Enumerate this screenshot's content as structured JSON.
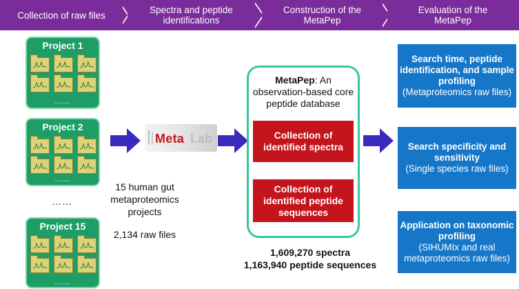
{
  "header": {
    "steps": [
      {
        "label": "Collection of raw files"
      },
      {
        "label": "Spectra and peptide identifications"
      },
      {
        "label": "Construction of the MetaPep"
      },
      {
        "label": "Evaluation of the MetaPep"
      }
    ]
  },
  "projects": [
    {
      "title": "Project 1",
      "dots": "……"
    },
    {
      "title": "Project 2",
      "dots": "……"
    },
    {
      "title": "Project 15",
      "dots": "……"
    }
  ],
  "between_projects": "……",
  "metalab": {
    "meta": "Meta",
    "lab": "Lab"
  },
  "collection_info": {
    "projects_text": "15 human gut metaproteomics projects",
    "raw_files": "2,134 raw files"
  },
  "metapep": {
    "name": "MetaPep",
    "description": ": An observation-based core peptide database",
    "box1": "Collection of identified spectra",
    "box2": "Collection of identified peptide sequences"
  },
  "stats": {
    "spectra": "1,609,270 spectra",
    "peptides": "1,163,940 peptide sequences"
  },
  "evaluations": [
    {
      "title": "Search time, peptide identification, and sample profiling",
      "sub": "(Metaproteomics raw files)"
    },
    {
      "title": "Search specificity and sensitivity",
      "sub": "(Single species raw files)"
    },
    {
      "title": "Application on taxonomic profiling",
      "sub": "(SIHUMIx and real metaproteomics raw files)"
    }
  ],
  "colors": {
    "header": "#7a2c9a",
    "project": "#1f9d66",
    "arrow": "#3a2bbf",
    "red_box": "#c4151c",
    "blue_box": "#1677c9",
    "metapep_border": "#34c99a"
  }
}
